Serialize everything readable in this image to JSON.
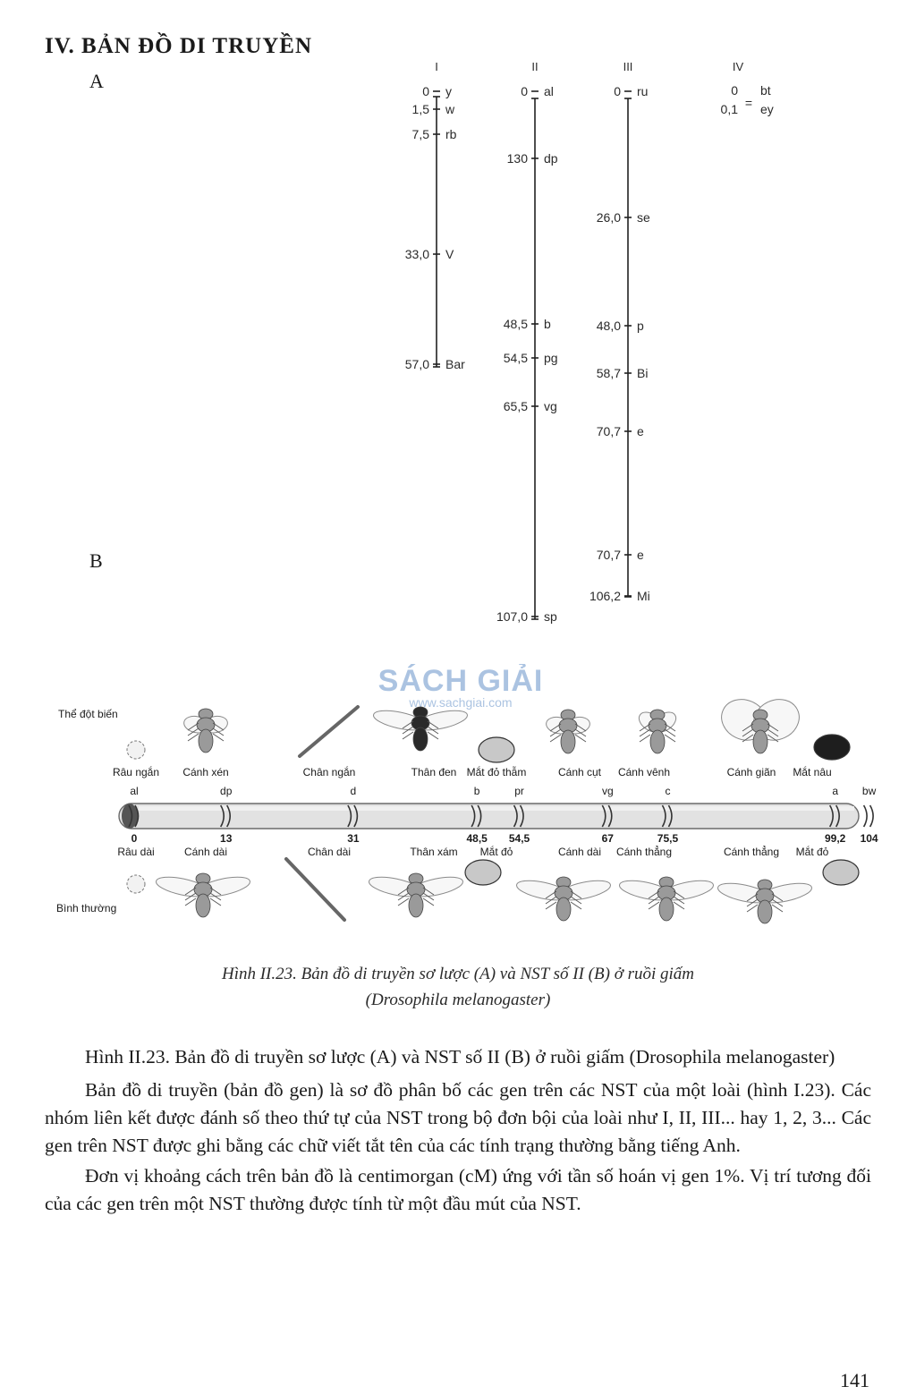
{
  "heading": "IV. BẢN ĐỒ DI TRUYỀN",
  "labels": {
    "a": "A",
    "b": "B"
  },
  "map_a": {
    "chromosomes": [
      {
        "label": "I",
        "top": 0,
        "bottom": 57.0,
        "genes": [
          {
            "pos": "0",
            "name": "y"
          },
          {
            "pos": "1,5",
            "name": "w"
          },
          {
            "pos": "7,5",
            "name": "rb"
          },
          {
            "pos": "33,0",
            "name": "V"
          },
          {
            "pos": "57,0",
            "name": "Bar"
          }
        ]
      },
      {
        "label": "II",
        "top": 0,
        "bottom": 107.0,
        "genes": [
          {
            "pos": "0",
            "name": "al"
          },
          {
            "pos": "130",
            "name": "dp"
          },
          {
            "pos": "48,5",
            "name": "b"
          },
          {
            "pos": "54,5",
            "name": "pg"
          },
          {
            "pos": "65,5",
            "name": "vg"
          },
          {
            "pos": "107,0",
            "name": "sp"
          }
        ]
      },
      {
        "label": "III",
        "top": 0,
        "bottom": 106.2,
        "genes": [
          {
            "pos": "0",
            "name": "ru"
          },
          {
            "pos": "26,0",
            "name": "se"
          },
          {
            "pos": "48,0",
            "name": "p"
          },
          {
            "pos": "58,7",
            "name": "Bi"
          },
          {
            "pos": "70,7",
            "name": "e"
          },
          {
            "pos": "70,7",
            "name": "e"
          },
          {
            "pos": "106,2",
            "name": "Mi"
          }
        ]
      },
      {
        "label": "IV",
        "top": 0,
        "bottom": 0.1,
        "genes": [
          {
            "pos": "0",
            "name": "bt"
          },
          {
            "pos": "0,1",
            "name": "ey"
          }
        ]
      }
    ]
  },
  "map_b": {
    "row_labels": {
      "mutant": "Thể đột biến",
      "normal": "Bình thường"
    },
    "markers": [
      {
        "position": 0,
        "pos_label": "0",
        "symbol": "al",
        "mutant": "Râu ngắn",
        "normal": "Râu dài"
      },
      {
        "position": 13,
        "pos_label": "13",
        "symbol": "dp",
        "mutant": "Cánh xén",
        "normal": "Cánh dài"
      },
      {
        "position": 31,
        "pos_label": "31",
        "symbol": "d",
        "mutant": "Chân ngắn",
        "normal": "Chân dài"
      },
      {
        "position": 48.5,
        "pos_label": "48,5",
        "symbol": "b",
        "mutant": "Thân đen",
        "normal": "Thân xám"
      },
      {
        "position": 54.5,
        "pos_label": "54,5",
        "symbol": "pr",
        "mutant": "Mắt đỏ thẫm",
        "normal": "Mắt đỏ"
      },
      {
        "position": 67,
        "pos_label": "67",
        "symbol": "vg",
        "mutant": "Cánh cụt",
        "normal": "Cánh dài"
      },
      {
        "position": 75.5,
        "pos_label": "75,5",
        "symbol": "c",
        "mutant": "Cánh vênh",
        "normal": "Cánh thẳng"
      },
      {
        "position": 99.2,
        "pos_label": "99,2",
        "symbol": "a",
        "mutant": "Cánh giãn",
        "normal": "Cánh thẳng"
      },
      {
        "position": 104,
        "pos_label": "104",
        "symbol": "bw",
        "mutant": "Mắt nâu",
        "normal": "Mắt đỏ"
      }
    ]
  },
  "watermark": {
    "title": "SÁCH GIẢI",
    "url": "www.sachgiai.com"
  },
  "caption": {
    "line1": "Hình II.23. Bản đồ di truyền sơ lược (A) và NST số II (B) ở ruồi giấm",
    "line2": "(Drosophila melanogaster)"
  },
  "body": {
    "p1": "Hình II.23. Bản đồ di truyền sơ lược (A) và NST số II (B) ở ruồi giấm (Drosophila melanogaster)",
    "p2": "Bản đồ di truyền (bản đồ gen) là sơ đồ phân bố các gen trên các NST của một loài (hình I.23). Các nhóm liên kết được đánh số theo thứ tự của NST trong bộ đơn bội của loài như I, II, III... hay 1, 2, 3... Các gen trên NST được ghi bằng các chữ viết tắt tên của các tính trạng thường bằng tiếng Anh.",
    "p3": "Đơn vị khoảng cách trên bản đồ là centimorgan (cM) ứng với tần số hoán vị gen 1%. Vị trí tương đối của các gen trên một NST thường được tính từ một đầu mút của NST."
  },
  "page_number": "141"
}
